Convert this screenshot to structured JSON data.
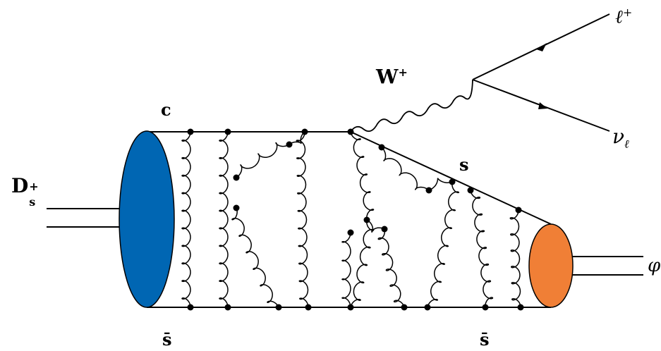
{
  "labels": {
    "initial_meson": "D",
    "initial_meson_sup": "+",
    "initial_meson_sub": "s",
    "charm_quark": "c",
    "spectator_left": "s̄",
    "spectator_right": "s̄",
    "strange_quark": "s",
    "boson": "W",
    "boson_sup": "+",
    "lepton": "ℓ",
    "lepton_sup": "+",
    "neutrino": "ν",
    "neutrino_sub": "ℓ",
    "final_meson": "φ"
  },
  "colors": {
    "initial_blob": "#0066b3",
    "final_blob": "#f07f36",
    "lines": "#000000"
  }
}
